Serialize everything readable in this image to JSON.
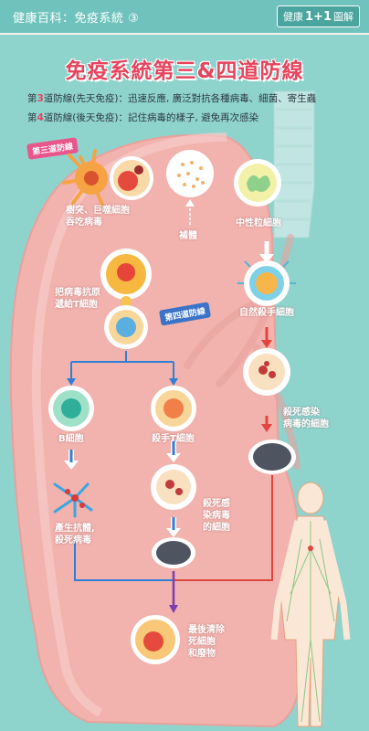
{
  "header": {
    "category": "健康百科：免疫系統 ③",
    "brand_prefix": "健康",
    "brand_num": "1+1",
    "brand_suffix": "圖解"
  },
  "title": "免疫系統第三&四道防線",
  "lines": [
    {
      "prefix": "第",
      "num": "3",
      "suffix": "道防線(先天免疫)：迅速反應, 廣泛對抗各種病毒、細菌、寄生蟲"
    },
    {
      "prefix": "第",
      "num": "4",
      "suffix": "道防線(後天免疫)：記住病毒的樣子, 避免再次感染"
    }
  ],
  "tags": {
    "third_line": "第三道防線",
    "fourth_line": "第四道防線"
  },
  "labels": {
    "dendritic_macrophage": [
      "樹突、巨噬細胞",
      "吞吃病毒"
    ],
    "complement": "補體",
    "neutrophil": "中性粒細胞",
    "antigen_present": [
      "把病毒抗原",
      "遞給T細胞"
    ],
    "nk_cell": "自然殺手細胞",
    "kill_infected": [
      "殺死感染",
      "病毒的細胞"
    ],
    "b_cell": "B細胞",
    "killer_t": "殺手T細胞",
    "antibody": [
      "產生抗體,",
      "殺死病毒"
    ],
    "t_kill": [
      "殺死感",
      "染病毒",
      "的細胞"
    ],
    "cleanup": [
      "最後清除",
      "死細胞",
      "和廢物"
    ]
  },
  "colors": {
    "background": "#8fd3cd",
    "accent_red": "#e7445d",
    "arrow_blue": "#2f7fd8",
    "arrow_red": "#e0463f",
    "arrow_purple": "#7a3fb0",
    "lung": "#f2b2ad"
  }
}
